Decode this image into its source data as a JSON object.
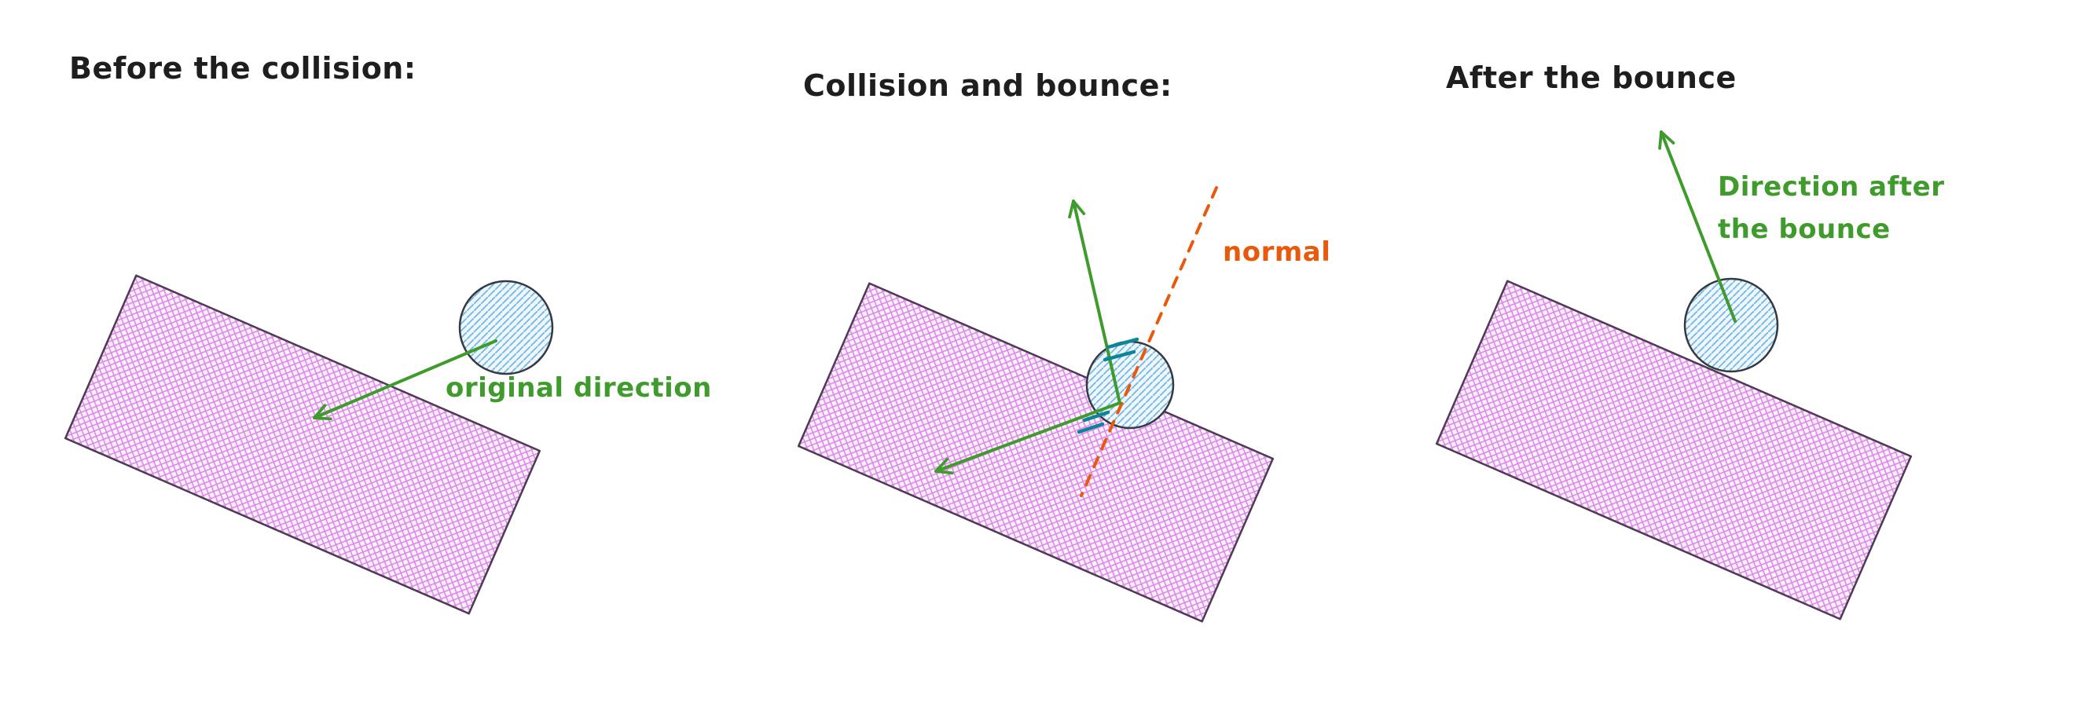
{
  "colors": {
    "background": "#ffffff",
    "text": "#1e1e1e",
    "green": "#3e9b2c",
    "orange": "#e8590c",
    "teal": "#0c8599",
    "pink_hatch": "#dd86ea",
    "pink_bg": "#fdf2fe",
    "pink_stroke": "#4d3b54",
    "blue_hatch": "#74b7e6",
    "blue_bg": "#eef7fd",
    "blue_stroke": "#343a40"
  },
  "panels": {
    "before": {
      "title": "Before the collision:",
      "arrow_label": "original direction"
    },
    "collision": {
      "title": "Collision and bounce:",
      "normal_label": "normal"
    },
    "after": {
      "title": "After the bounce",
      "arrow_label_line1": "Direction after",
      "arrow_label_line2": "the bounce"
    }
  }
}
